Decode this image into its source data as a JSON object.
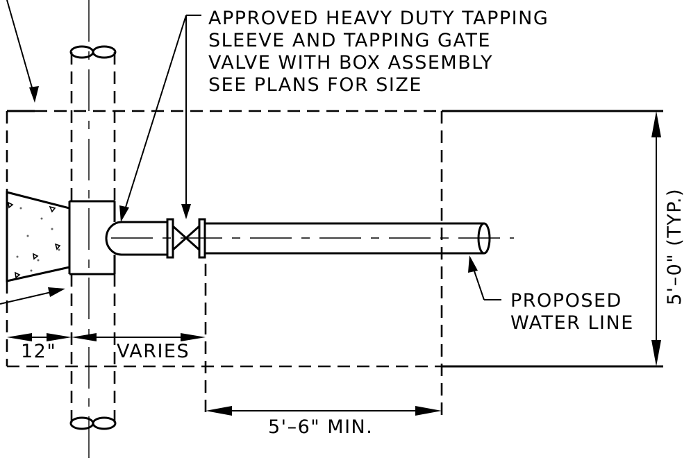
{
  "callouts": {
    "tapping_line1": "APPROVED HEAVY DUTY TAPPING",
    "tapping_line2": "SLEEVE AND TAPPING GATE",
    "tapping_line3": "VALVE WITH BOX ASSEMBLY",
    "tapping_line4": "SEE PLANS FOR SIZE",
    "proposed_line1": "PROPOSED",
    "proposed_line2": "WATER LINE"
  },
  "dimensions": {
    "left_width": "12\"",
    "varies": "VARIES",
    "min_length": "5'–6\" MIN.",
    "height": "5'–0\" (TYP.)"
  }
}
